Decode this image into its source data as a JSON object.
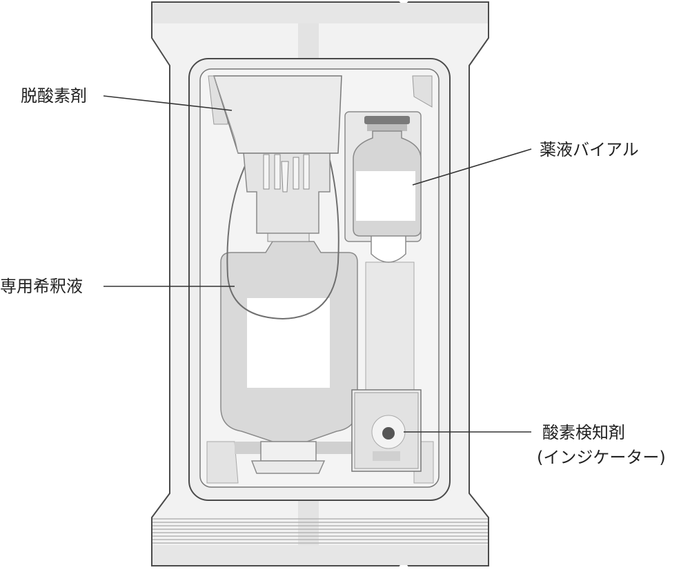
{
  "labels": {
    "deoxidizer": "脱酸素剤",
    "drug_vial": "薬液バイアル",
    "diluent": "専用希釈液",
    "oxygen_indicator_line1": "酸素検知剤",
    "oxygen_indicator_line2": "(インジケーター)"
  },
  "colors": {
    "package": "#f2f2f2",
    "package_edge": "#4a4a4a",
    "tray": "#ececec",
    "component_fill": "#d9d9d9",
    "component_dark": "#8a8a8a",
    "label_panel": "#ffffff",
    "leader_line": "#333333",
    "text": "#222222"
  },
  "icons": [
    "deoxidizer-sachet",
    "drug-vial",
    "diluent-bag",
    "oxygen-indicator"
  ]
}
